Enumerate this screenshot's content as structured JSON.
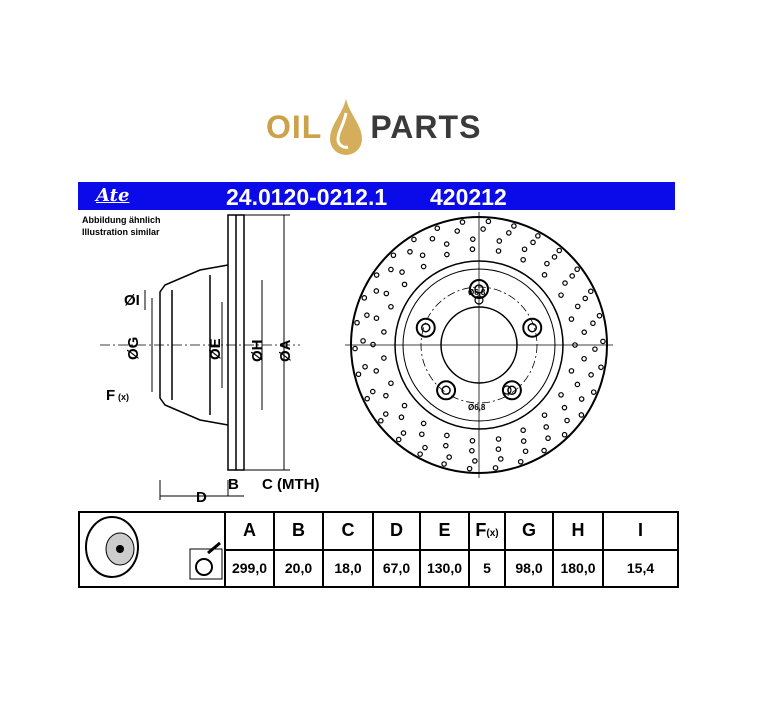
{
  "logo": {
    "left": "OIL",
    "right": "PARTS"
  },
  "header": {
    "brand": "Ate",
    "part_number": "24.0120-0212.1",
    "short_number": "420212"
  },
  "note": {
    "line1": "Abbildung ähnlich",
    "line2": "Illustration similar"
  },
  "drawing": {
    "labels": {
      "I": "ØI",
      "G": "ØG",
      "E": "ØE",
      "H": "ØH",
      "A": "ØA",
      "F": "F",
      "Fx": "(x)",
      "D": "D",
      "B": "B",
      "C": "C (MTH)",
      "hole1": "Ø6,8",
      "hole2": "Ø6,8"
    }
  },
  "table": {
    "headers": [
      "A",
      "B",
      "C",
      "D",
      "E",
      "F",
      "G",
      "H",
      "I"
    ],
    "f_suffix": "(x)",
    "values": [
      "299,0",
      "20,0",
      "18,0",
      "67,0",
      "130,0",
      "5",
      "98,0",
      "180,0",
      "15,4"
    ]
  },
  "colors": {
    "bar": "#0b0bea",
    "gold": "#c9a24a"
  }
}
